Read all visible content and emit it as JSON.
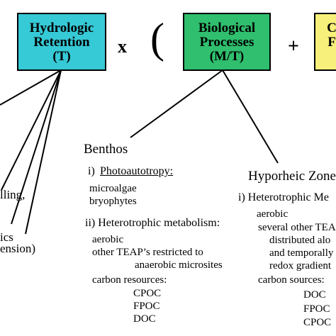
{
  "colors": {
    "hydrologic_box": "#36c9d6",
    "biological_box": "#2fbf6e",
    "third_box": "#f7f07a",
    "lines": "#000000"
  },
  "boxes": {
    "hydrologic": [
      "Hydrologic",
      "Retention",
      "(T)"
    ],
    "biological": [
      "Biological",
      "Processes",
      "(M/T)"
    ],
    "third": [
      "C",
      "F"
    ]
  },
  "operators": {
    "times": "x",
    "open_paren": "(",
    "plus": "+"
  },
  "left_fragments": {
    "line1": "lling,",
    "line2": "ics",
    "line3": "ension)"
  },
  "benthos": {
    "heading": "Benthos",
    "item1_num": "i)",
    "item1_label": "Photoautotropy:",
    "item1_values": [
      "microalgae",
      "bryophytes"
    ],
    "item2": "ii) Heterotrophic metabolism:",
    "item2_values": [
      "aerobic",
      "other TEAP’s restricted to",
      "anaerobic microsites"
    ],
    "carbon_label": "carbon resources:",
    "carbon_values": [
      "CPOC",
      "FPOC",
      "DOC"
    ]
  },
  "hyporheic": {
    "heading": "Hyporheic Zone",
    "item1": "i)  Heterotrophic Me",
    "values": [
      "aerobic",
      "several other TEA",
      "distributed alo",
      "and temporally",
      "redox gradient"
    ],
    "carbon_label": "carbon sources:",
    "carbon_values": [
      "DOC",
      "FPOC",
      "CPOC"
    ]
  }
}
